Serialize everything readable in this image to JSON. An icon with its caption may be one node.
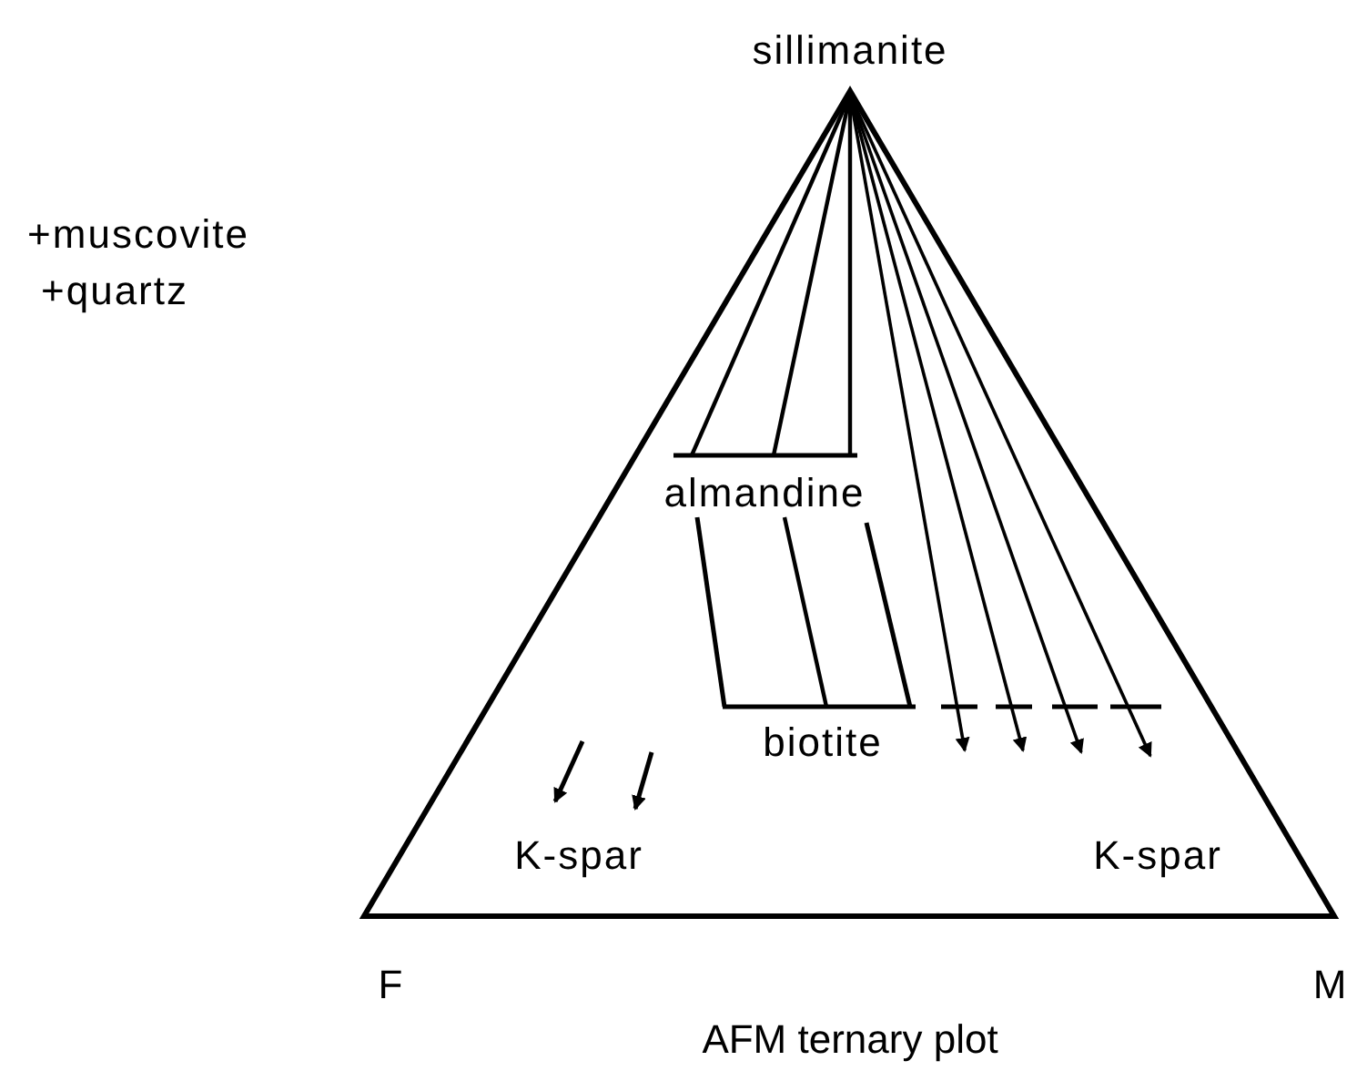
{
  "diagram": {
    "caption": "AFM ternary plot",
    "labels": [
      "sillimanite",
      "+muscovite",
      "+quartz",
      "almandine",
      "biotite",
      "K-spar",
      "K-spar",
      "F",
      "M"
    ]
  }
}
